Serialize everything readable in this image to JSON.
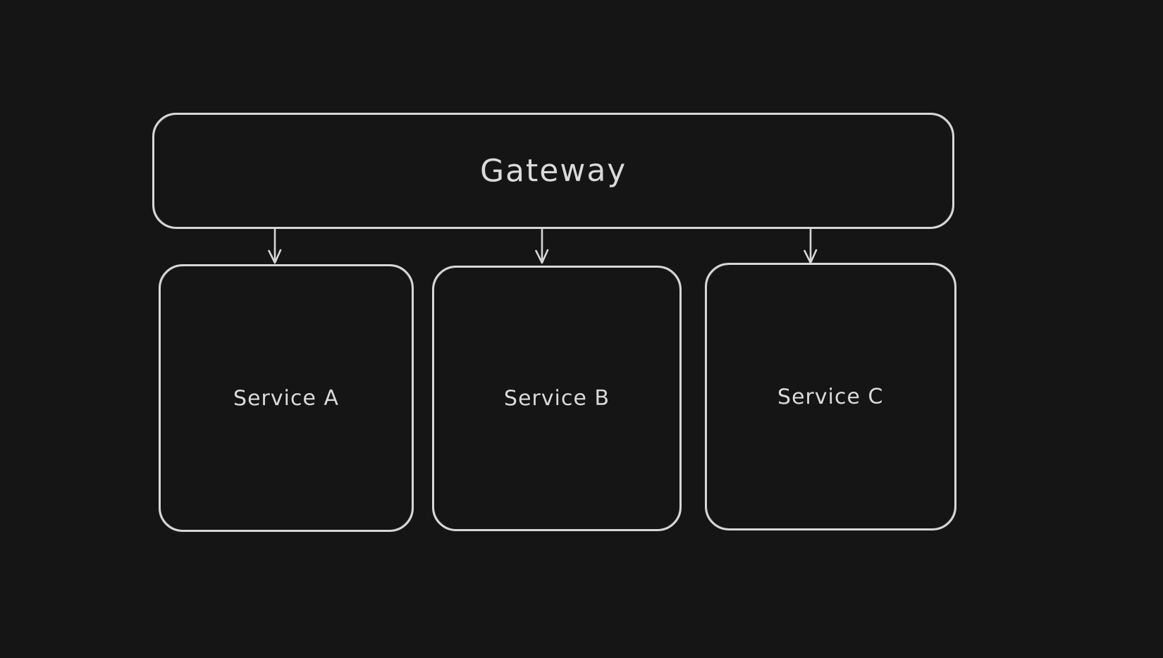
{
  "canvas": {
    "background_color": "#151515",
    "stroke_color": "#d7d7d7",
    "text_color": "#dadada"
  },
  "diagram": {
    "type": "flowchart",
    "direction": "top-down",
    "nodes": [
      {
        "id": "gateway",
        "label": "Gateway",
        "shape": "rounded-rectangle"
      },
      {
        "id": "service-a",
        "label": "Service A",
        "shape": "rounded-rectangle"
      },
      {
        "id": "service-b",
        "label": "Service B",
        "shape": "rounded-rectangle"
      },
      {
        "id": "service-c",
        "label": "Service C",
        "shape": "rounded-rectangle"
      }
    ],
    "edges": [
      {
        "from": "Gateway",
        "to": "Service A",
        "style": "arrow-down"
      },
      {
        "from": "Gateway",
        "to": "Service B",
        "style": "arrow-down"
      },
      {
        "from": "Gateway",
        "to": "Service C",
        "style": "arrow-down"
      }
    ]
  }
}
